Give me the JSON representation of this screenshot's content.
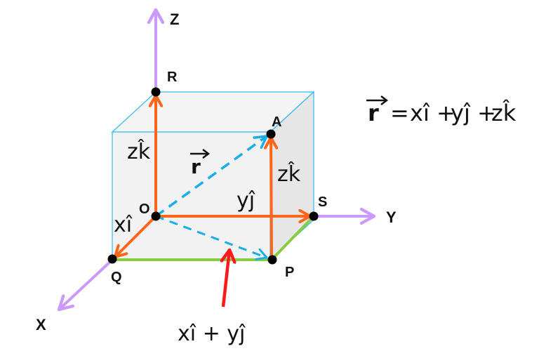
{
  "diagram": {
    "title_equation": {
      "vector": "r",
      "equals": "=",
      "terms": [
        "xî",
        "+",
        "yĵ",
        "+",
        "zk̂"
      ]
    },
    "axes": [
      {
        "name": "X",
        "label": "X"
      },
      {
        "name": "Y",
        "label": "Y"
      },
      {
        "name": "Z",
        "label": "Z"
      }
    ],
    "points": {
      "O": "O",
      "R": "R",
      "A": "A",
      "S": "S",
      "P": "P",
      "Q": "Q"
    },
    "vector_labels": {
      "zk_left": "zk̂",
      "zk_right": "zk̂",
      "yj": "yĵ",
      "xi": "xî",
      "r": "r",
      "xi_plus_yj": "xî + yĵ"
    },
    "colors": {
      "axis": "#cc99ff",
      "component_vector": "#ff6619",
      "base_edge": "#88cc44",
      "resultant_dashed": "#1aaee8",
      "cube_edge": "#33bbee",
      "cube_fill": "#f2f2f2",
      "cube_side_fill": "#e6e6e6",
      "pointer_arrow": "#ff1a1a",
      "point": "#000000"
    }
  }
}
